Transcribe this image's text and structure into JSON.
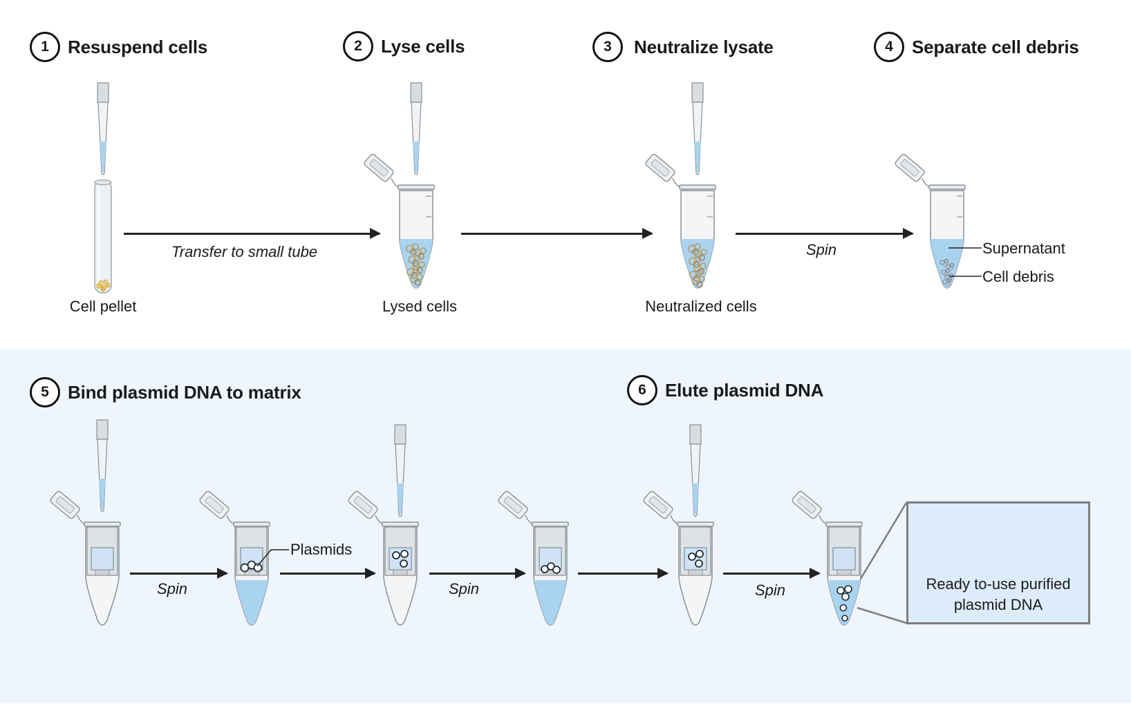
{
  "steps": [
    {
      "num": "1",
      "title": "Resuspend cells"
    },
    {
      "num": "2",
      "title": "Lyse cells"
    },
    {
      "num": "3",
      "title": "Neutralize lysate"
    },
    {
      "num": "4",
      "title": "Separate cell debris"
    },
    {
      "num": "5",
      "title": "Bind plasmid DNA to matrix"
    },
    {
      "num": "6",
      "title": "Elute plasmid DNA"
    }
  ],
  "labels": {
    "cell_pellet": "Cell pellet",
    "lysed_cells": "Lysed cells",
    "neutralized_cells": "Neutralized cells",
    "supernatant": "Supernatant",
    "cell_debris": "Cell debris",
    "plasmids": "Plasmids",
    "callout": "Ready to-use purified plasmid DNA"
  },
  "arrows": {
    "transfer": "Transfer to small tube",
    "spin": "Spin"
  },
  "colors": {
    "liquid": "#a9d3ef",
    "band": "#eef5fd",
    "plasmid_accent": "#2f7de1",
    "pellet": "#e9c96a"
  }
}
